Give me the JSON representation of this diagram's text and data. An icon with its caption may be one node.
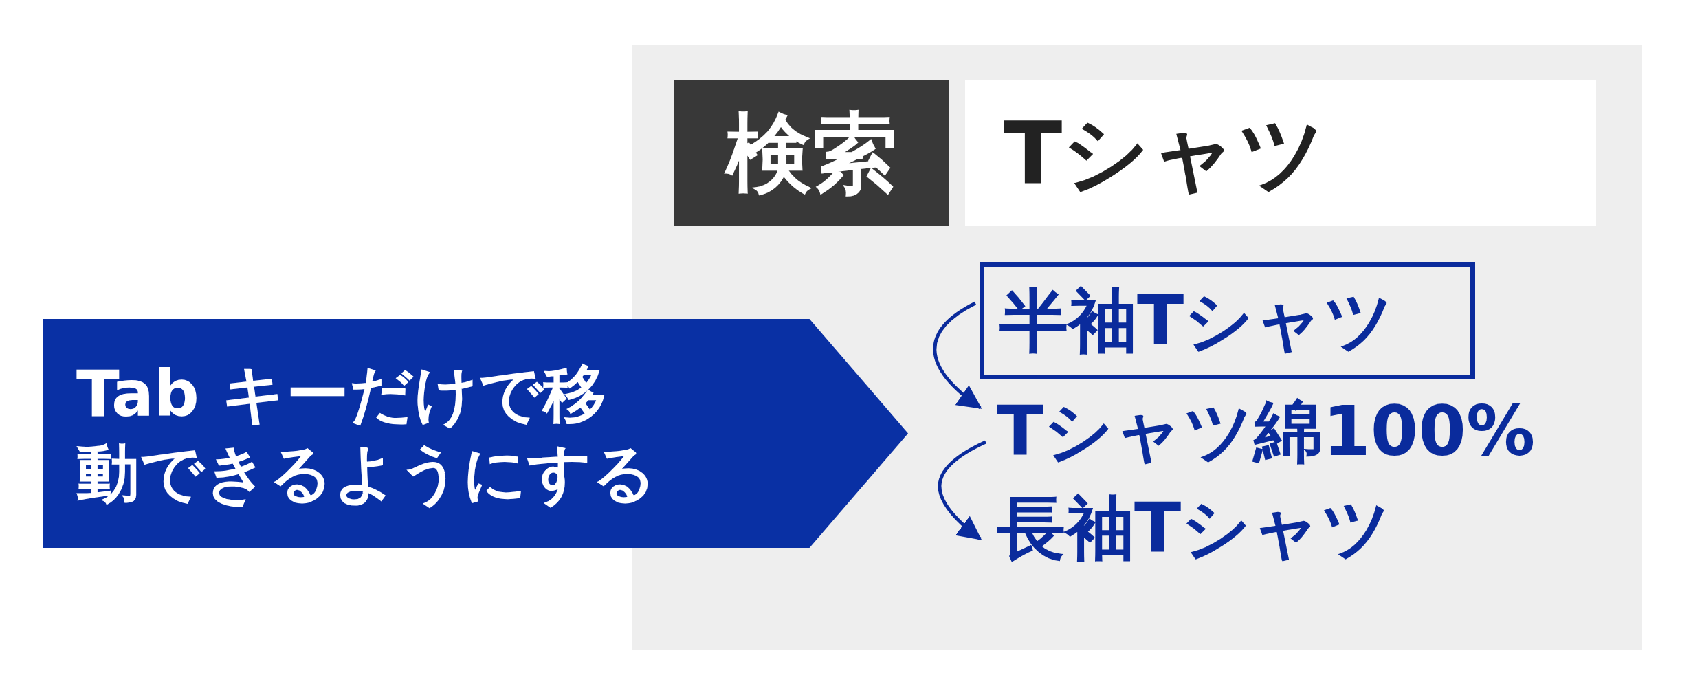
{
  "diagram": {
    "nodes": [
      {
        "text": [],
        "shape": "box"
      },
      {
        "text": [
          "検索"
        ],
        "in": 0
      },
      {
        "text": [
          "Tシャツ"
        ],
        "in": 0
      },
      {
        "text": [
          "半袖Tシャツ"
        ],
        "in": 0
      },
      {
        "text": [
          "Tシャツ綿100%"
        ],
        "in": 0
      },
      {
        "text": [
          "長袖Tシャツ"
        ],
        "in": 0
      },
      {
        "text": [
          "Tab キーだけで移動できるようにする"
        ]
      }
    ],
    "edges": [
      {
        "from": 3,
        "to": 4,
        "arrow": "to"
      },
      {
        "from": 4,
        "to": 5,
        "arrow": "to"
      }
    ]
  }
}
